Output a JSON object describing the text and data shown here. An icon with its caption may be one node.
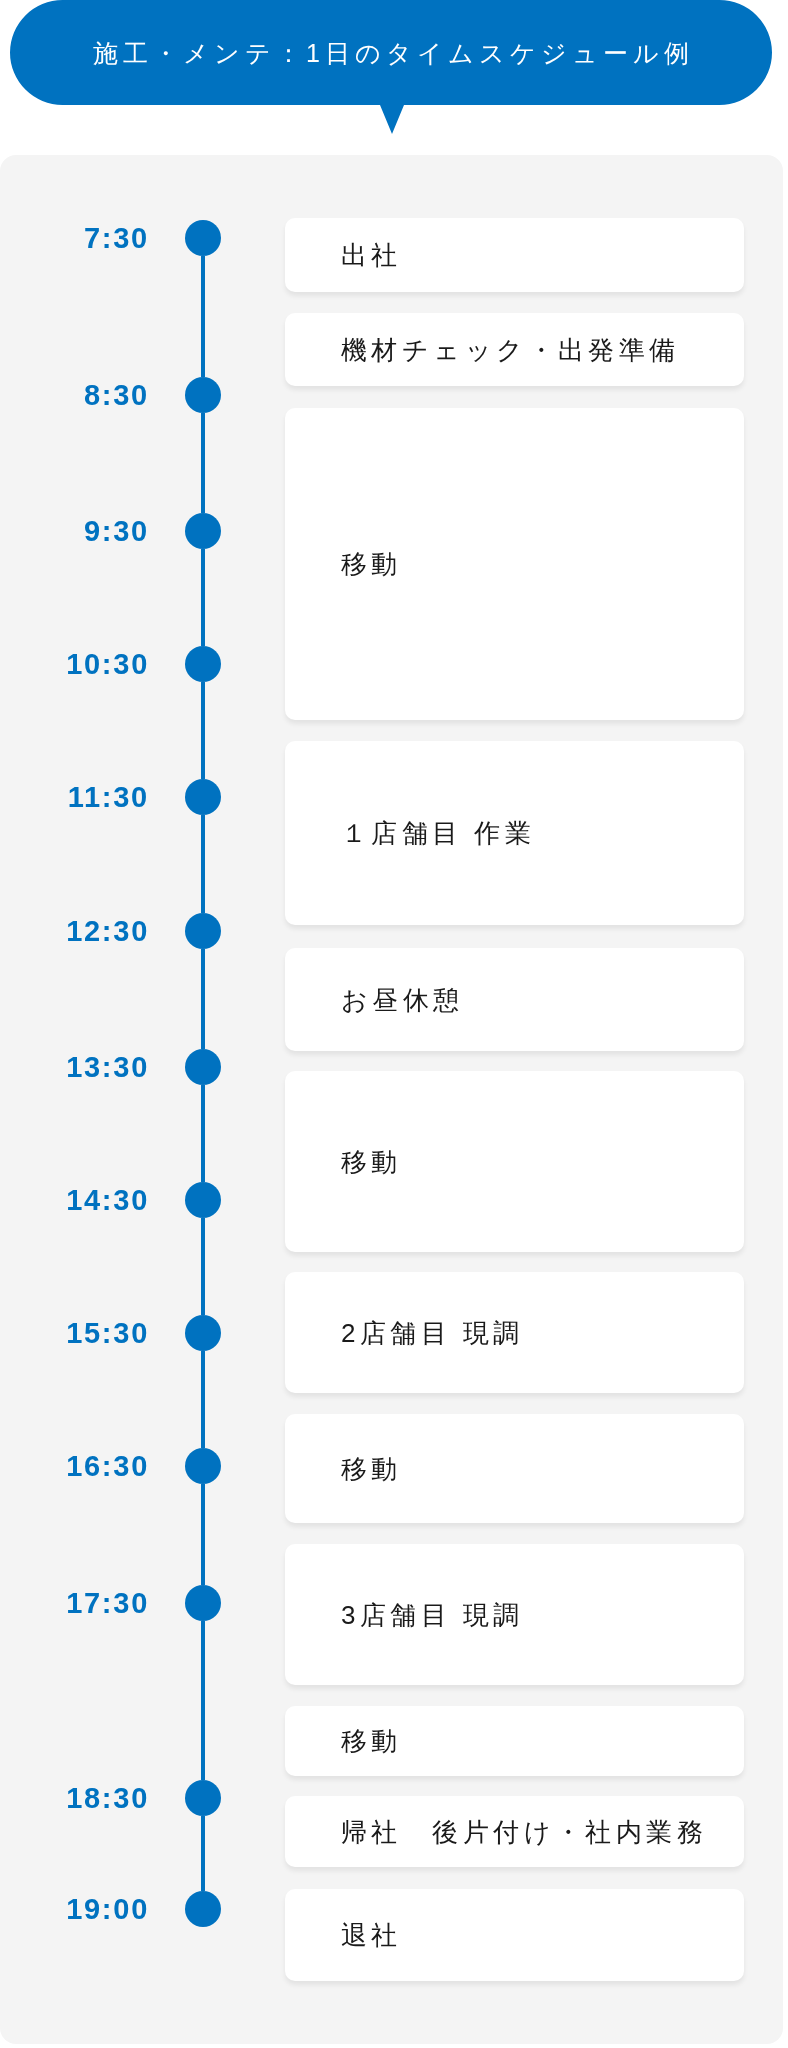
{
  "diagram": {
    "title": "施工・メンテ：1日のタイムスケジュール例",
    "nodes": [
      {
        "text": [],
        "shape": "circle",
        "beside": [
          "7:30"
        ]
      },
      {
        "text": [
          "出社"
        ]
      },
      {
        "text": [
          "機材チェック・出発準備"
        ]
      },
      {
        "text": [],
        "shape": "circle",
        "beside": [
          "8:30"
        ]
      },
      {
        "text": [
          "移動"
        ]
      },
      {
        "text": [],
        "shape": "circle",
        "beside": [
          "9:30"
        ]
      },
      {
        "text": [],
        "shape": "circle",
        "beside": [
          "10:30"
        ]
      },
      {
        "text": [],
        "shape": "circle",
        "beside": [
          "11:30"
        ]
      },
      {
        "text": [
          "１店舗目 作業"
        ]
      },
      {
        "text": [],
        "shape": "circle",
        "beside": [
          "12:30"
        ]
      },
      {
        "text": [
          "お昼休憩"
        ]
      },
      {
        "text": [],
        "shape": "circle",
        "beside": [
          "13:30"
        ]
      },
      {
        "text": [
          "移動"
        ]
      },
      {
        "text": [],
        "shape": "circle",
        "beside": [
          "14:30"
        ]
      },
      {
        "text": [],
        "shape": "circle",
        "beside": [
          "15:30"
        ]
      },
      {
        "text": [
          "2店舗目 現調"
        ]
      },
      {
        "text": [],
        "shape": "circle",
        "beside": [
          "16:30"
        ]
      },
      {
        "text": [
          "移動"
        ]
      },
      {
        "text": [],
        "shape": "circle",
        "beside": [
          "17:30"
        ]
      },
      {
        "text": [
          "3店舗目 現調"
        ]
      },
      {
        "text": [
          "移動"
        ]
      },
      {
        "text": [],
        "shape": "circle",
        "beside": [
          "18:30"
        ]
      },
      {
        "text": [
          "帰社　後片付け・社内業務"
        ]
      },
      {
        "text": [],
        "shape": "circle",
        "beside": [
          "19:00"
        ]
      },
      {
        "text": [
          "退社"
        ]
      }
    ],
    "edges": [
      {
        "from": 0,
        "to": 3,
        "arrow": "none"
      },
      {
        "from": 3,
        "to": 5,
        "arrow": "none"
      },
      {
        "from": 5,
        "to": 6,
        "arrow": "none"
      },
      {
        "from": 6,
        "to": 7,
        "arrow": "none"
      },
      {
        "from": 7,
        "to": 9,
        "arrow": "none"
      },
      {
        "from": 9,
        "to": 11,
        "arrow": "none"
      },
      {
        "from": 11,
        "to": 13,
        "arrow": "none"
      },
      {
        "from": 13,
        "to": 14,
        "arrow": "none"
      },
      {
        "from": 14,
        "to": 16,
        "arrow": "none"
      },
      {
        "from": 16,
        "to": 18,
        "arrow": "none"
      },
      {
        "from": 18,
        "to": 21,
        "arrow": "none"
      },
      {
        "from": 21,
        "to": 23,
        "arrow": "none"
      }
    ]
  }
}
